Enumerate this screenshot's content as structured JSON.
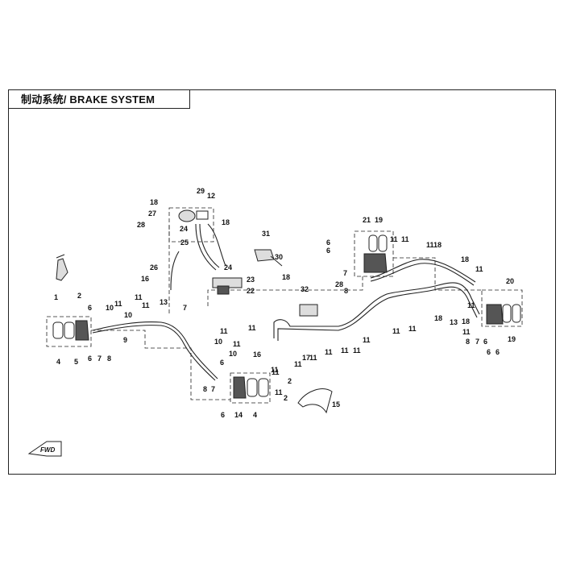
{
  "title": "制动系统/ BRAKE SYSTEM",
  "fwd_label": "FWD",
  "colors": {
    "line": "#222222",
    "part_fill": "#dddddd",
    "part_dark": "#555555"
  },
  "callouts": [
    {
      "id": "c1",
      "label": "1"
    },
    {
      "id": "c2a",
      "label": "2"
    },
    {
      "id": "c4a",
      "label": "4"
    },
    {
      "id": "c5",
      "label": "5"
    },
    {
      "id": "c6a",
      "label": "6"
    },
    {
      "id": "c6b",
      "label": "6"
    },
    {
      "id": "c7a",
      "label": "7"
    },
    {
      "id": "c8a",
      "label": "8"
    },
    {
      "id": "c9",
      "label": "9"
    },
    {
      "id": "c10a",
      "label": "10"
    },
    {
      "id": "c10b",
      "label": "10"
    },
    {
      "id": "c11a",
      "label": "11"
    },
    {
      "id": "c11b",
      "label": "11"
    },
    {
      "id": "c11c",
      "label": "11"
    },
    {
      "id": "c13a",
      "label": "13"
    },
    {
      "id": "c7b",
      "label": "7"
    },
    {
      "id": "c16a",
      "label": "16"
    },
    {
      "id": "c26",
      "label": "26"
    },
    {
      "id": "c18a",
      "label": "18"
    },
    {
      "id": "c27",
      "label": "27"
    },
    {
      "id": "c28a",
      "label": "28"
    },
    {
      "id": "c29",
      "label": "29"
    },
    {
      "id": "c12",
      "label": "12"
    },
    {
      "id": "c24a",
      "label": "24"
    },
    {
      "id": "c25",
      "label": "25"
    },
    {
      "id": "c18b",
      "label": "18"
    },
    {
      "id": "c24b",
      "label": "24"
    },
    {
      "id": "c23",
      "label": "23"
    },
    {
      "id": "c22",
      "label": "22"
    },
    {
      "id": "c31",
      "label": "31"
    },
    {
      "id": "c30",
      "label": "30"
    },
    {
      "id": "c18c",
      "label": "18"
    },
    {
      "id": "c11d",
      "label": "11"
    },
    {
      "id": "c11e",
      "label": "11"
    },
    {
      "id": "c10c",
      "label": "10"
    },
    {
      "id": "c11f",
      "label": "11"
    },
    {
      "id": "c10d",
      "label": "10"
    },
    {
      "id": "c16b",
      "label": "16"
    },
    {
      "id": "c6c",
      "label": "6"
    },
    {
      "id": "c8b",
      "label": "8"
    },
    {
      "id": "c7c",
      "label": "7"
    },
    {
      "id": "c6d",
      "label": "6"
    },
    {
      "id": "c14",
      "label": "14"
    },
    {
      "id": "c4b",
      "label": "4"
    },
    {
      "id": "c11g",
      "label": "11"
    },
    {
      "id": "c2b",
      "label": "2"
    },
    {
      "id": "c2c",
      "label": "2"
    },
    {
      "id": "c15",
      "label": "15"
    },
    {
      "id": "c32",
      "label": "32"
    },
    {
      "id": "c28b",
      "label": "28"
    },
    {
      "id": "c8c",
      "label": "8"
    },
    {
      "id": "c7d",
      "label": "7"
    },
    {
      "id": "c6e",
      "label": "6"
    },
    {
      "id": "c6f",
      "label": "6"
    },
    {
      "id": "c21",
      "label": "21"
    },
    {
      "id": "c19a",
      "label": "19"
    },
    {
      "id": "c11h",
      "label": "11"
    },
    {
      "id": "c11i",
      "label": "11"
    },
    {
      "id": "c11j",
      "label": "11"
    },
    {
      "id": "c18d",
      "label": "18"
    },
    {
      "id": "c17",
      "label": "17"
    },
    {
      "id": "c11k",
      "label": "11"
    },
    {
      "id": "c11l",
      "label": "11"
    },
    {
      "id": "c11m",
      "label": "11"
    },
    {
      "id": "c11n",
      "label": "11"
    },
    {
      "id": "c11o",
      "label": "11"
    },
    {
      "id": "c11p",
      "label": "11"
    },
    {
      "id": "c11q",
      "label": "11"
    },
    {
      "id": "c11r",
      "label": "11"
    },
    {
      "id": "c11s",
      "label": "11"
    },
    {
      "id": "c18e",
      "label": "18"
    },
    {
      "id": "c13b",
      "label": "13"
    },
    {
      "id": "c18f",
      "label": "18"
    },
    {
      "id": "c18g",
      "label": "18"
    },
    {
      "id": "c11t",
      "label": "11"
    },
    {
      "id": "c11u",
      "label": "11"
    },
    {
      "id": "c20",
      "label": "20"
    },
    {
      "id": "c11v",
      "label": "11"
    },
    {
      "id": "c8d",
      "label": "8"
    },
    {
      "id": "c7e",
      "label": "7"
    },
    {
      "id": "c6g",
      "label": "6"
    },
    {
      "id": "c6h",
      "label": "6"
    },
    {
      "id": "c6i",
      "label": "6"
    },
    {
      "id": "c19b",
      "label": "19"
    },
    {
      "id": "c11w",
      "label": "11"
    }
  ]
}
